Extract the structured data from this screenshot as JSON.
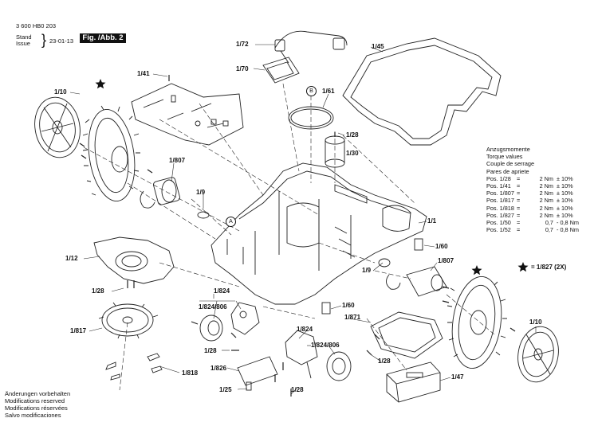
{
  "header": {
    "doc_number": "3 600 HB0 203",
    "stand": "Stand",
    "issue": "Issue",
    "date": "23-01-13",
    "figure_label": "Fig. /Abb. 2"
  },
  "callouts": {
    "p1_72": "1/72",
    "p1_70": "1/70",
    "p1_41": "1/41",
    "p1_10_left": "1/10",
    "p1_45": "1/45",
    "p1_61": "1/61",
    "p1_28_top": "1/28",
    "p1_30": "1/30",
    "p1_807_left": "1/807",
    "p1_9_left": "1/9",
    "p1_12": "1/12",
    "p1_28_left": "1/28",
    "p1_1": "1/1",
    "p1_60_right": "1/60",
    "p1_807_right": "1/807",
    "p1_9_right": "1/9",
    "p1_824_top": "1/824",
    "p1_824_806_left": "1/824/806",
    "p1_60_mid": "1/60",
    "p1_817": "1/817",
    "p1_28_mid": "1/28",
    "p1_871": "1/871",
    "p1_824_mid": "1/824",
    "p1_824_806_right": "1/824/806",
    "p1_28_lower": "1/28",
    "p1_818": "1/818",
    "p1_826": "1/826",
    "p1_47": "1/47",
    "p1_25": "1/25",
    "p1_28_bottom": "1/28",
    "p1_10_right": "1/10"
  },
  "markers": {
    "a": "A",
    "b": "B",
    "star_note": "= 1/827 (2X)"
  },
  "torque": {
    "headings": [
      "Anzugsmomente",
      "Torque values",
      "Couple de serrage",
      "Pares de apriete"
    ],
    "rows": [
      {
        "pos": "Pos. 1/28",
        "eq": "=",
        "val": "2 Nm",
        "tol": "± 10%"
      },
      {
        "pos": "Pos. 1/41",
        "eq": "=",
        "val": "2 Nm",
        "tol": "± 10%"
      },
      {
        "pos": "Pos. 1/807",
        "eq": "=",
        "val": "2 Nm",
        "tol": "± 10%"
      },
      {
        "pos": "Pos. 1/817",
        "eq": "=",
        "val": "2 Nm",
        "tol": "± 10%"
      },
      {
        "pos": "Pos. 1/818",
        "eq": "=",
        "val": "2 Nm",
        "tol": "± 10%"
      },
      {
        "pos": "Pos. 1/827",
        "eq": "=",
        "val": "2 Nm",
        "tol": "± 10%"
      },
      {
        "pos": "Pos. 1/50",
        "eq": "=",
        "val": "0,7",
        "tol": "- 0,8 Nm"
      },
      {
        "pos": "Pos. 1/52",
        "eq": "=",
        "val": "0,7",
        "tol": "- 0,8 Nm"
      }
    ]
  },
  "footer": {
    "lines": [
      "Änderungen vorbehalten",
      "Modifications reserved",
      "Modifications réservées",
      "Salvo modificaciones"
    ]
  }
}
